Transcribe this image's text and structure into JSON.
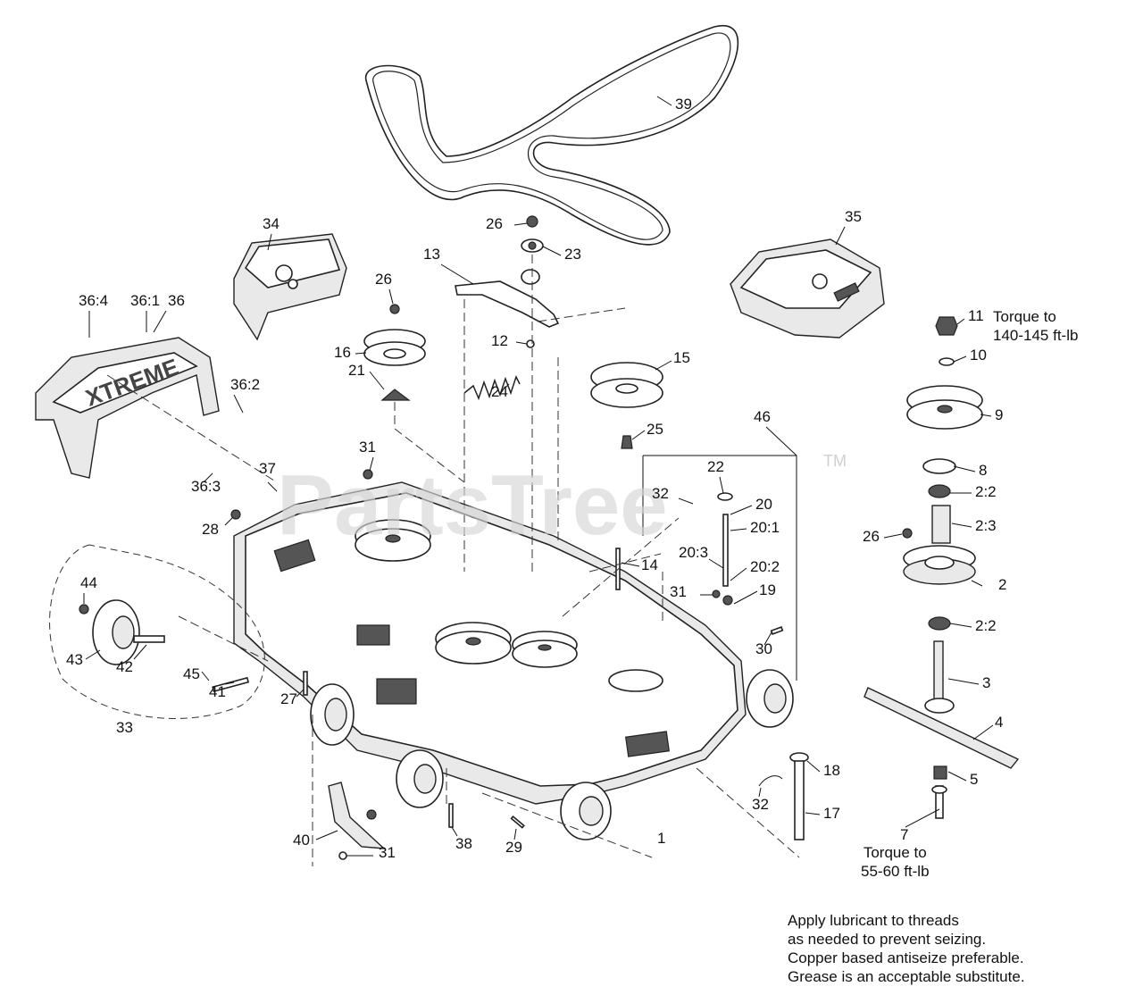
{
  "watermark": {
    "text": "PartsTree",
    "tm": "TM"
  },
  "callouts": [
    {
      "id": "c-1",
      "label": "1"
    },
    {
      "id": "c-2",
      "label": "2"
    },
    {
      "id": "c-2-2a",
      "label": "2:2"
    },
    {
      "id": "c-2-2b",
      "label": "2:2"
    },
    {
      "id": "c-2-3",
      "label": "2:3"
    },
    {
      "id": "c-3",
      "label": "3"
    },
    {
      "id": "c-4",
      "label": "4"
    },
    {
      "id": "c-5",
      "label": "5"
    },
    {
      "id": "c-7",
      "label": "7"
    },
    {
      "id": "c-8",
      "label": "8"
    },
    {
      "id": "c-9",
      "label": "9"
    },
    {
      "id": "c-10",
      "label": "10"
    },
    {
      "id": "c-11",
      "label": "11"
    },
    {
      "id": "c-12",
      "label": "12"
    },
    {
      "id": "c-13",
      "label": "13"
    },
    {
      "id": "c-14",
      "label": "14"
    },
    {
      "id": "c-15",
      "label": "15"
    },
    {
      "id": "c-16",
      "label": "16"
    },
    {
      "id": "c-17",
      "label": "17"
    },
    {
      "id": "c-18",
      "label": "18"
    },
    {
      "id": "c-19",
      "label": "19"
    },
    {
      "id": "c-20",
      "label": "20"
    },
    {
      "id": "c-20-1",
      "label": "20:1"
    },
    {
      "id": "c-20-2",
      "label": "20:2"
    },
    {
      "id": "c-20-3",
      "label": "20:3"
    },
    {
      "id": "c-21",
      "label": "21"
    },
    {
      "id": "c-22",
      "label": "22"
    },
    {
      "id": "c-23",
      "label": "23"
    },
    {
      "id": "c-24",
      "label": "24"
    },
    {
      "id": "c-25",
      "label": "25"
    },
    {
      "id": "c-26a",
      "label": "26"
    },
    {
      "id": "c-26b",
      "label": "26"
    },
    {
      "id": "c-26c",
      "label": "26"
    },
    {
      "id": "c-27",
      "label": "27"
    },
    {
      "id": "c-28",
      "label": "28"
    },
    {
      "id": "c-29",
      "label": "29"
    },
    {
      "id": "c-30",
      "label": "30"
    },
    {
      "id": "c-31a",
      "label": "31"
    },
    {
      "id": "c-31b",
      "label": "31"
    },
    {
      "id": "c-31c",
      "label": "31"
    },
    {
      "id": "c-32a",
      "label": "32"
    },
    {
      "id": "c-32b",
      "label": "32"
    },
    {
      "id": "c-33",
      "label": "33"
    },
    {
      "id": "c-34",
      "label": "34"
    },
    {
      "id": "c-35",
      "label": "35"
    },
    {
      "id": "c-36",
      "label": "36"
    },
    {
      "id": "c-36-1",
      "label": "36:1"
    },
    {
      "id": "c-36-2",
      "label": "36:2"
    },
    {
      "id": "c-36-3",
      "label": "36:3"
    },
    {
      "id": "c-36-4",
      "label": "36:4"
    },
    {
      "id": "c-37",
      "label": "37"
    },
    {
      "id": "c-38",
      "label": "38"
    },
    {
      "id": "c-39",
      "label": "39"
    },
    {
      "id": "c-40",
      "label": "40"
    },
    {
      "id": "c-41",
      "label": "41"
    },
    {
      "id": "c-42",
      "label": "42"
    },
    {
      "id": "c-43",
      "label": "43"
    },
    {
      "id": "c-44",
      "label": "44"
    },
    {
      "id": "c-45",
      "label": "45"
    },
    {
      "id": "c-46",
      "label": "46"
    }
  ],
  "notes": {
    "torque_top_line1": "Torque to",
    "torque_top_line2": "140-145 ft-lb",
    "torque_bottom_line1": "Torque to",
    "torque_bottom_line2": "55-60 ft-lb",
    "lubricant": [
      "Apply lubricant to threads",
      "as needed to prevent seizing.",
      "Copper based antiseize preferable.",
      "Grease is an acceptable substitute."
    ]
  }
}
